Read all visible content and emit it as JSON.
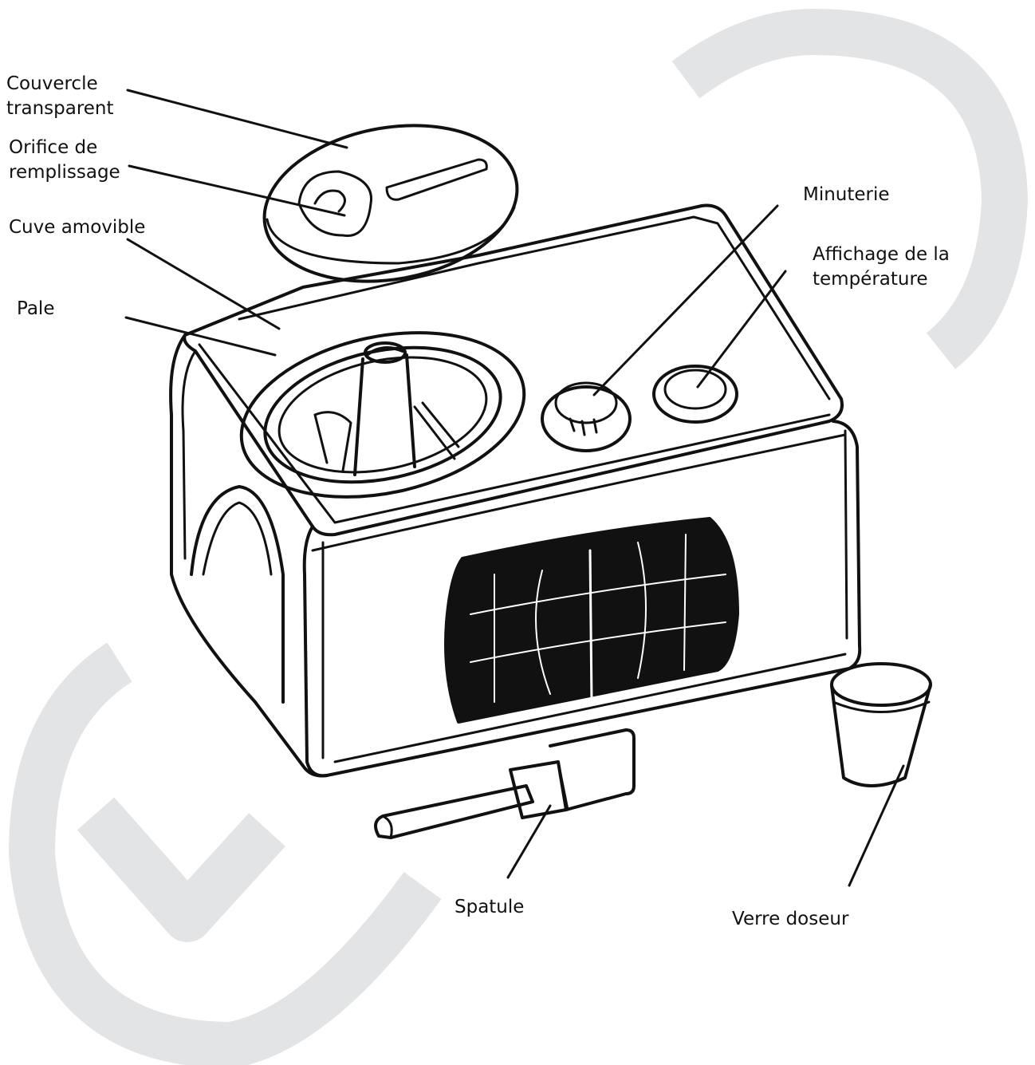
{
  "diagram": {
    "labels": {
      "couvercle": [
        "Couvercle",
        "transparent"
      ],
      "orifice": [
        "Orifice de",
        "remplissage"
      ],
      "cuve": "Cuve amovible",
      "pale": "Pale",
      "minuterie": "Minuterie",
      "affichage": [
        "Affichage de la",
        "température"
      ],
      "spatule": "Spatule",
      "verre": "Verre doseur"
    },
    "watermark_color": "#e3e4e6",
    "line_color": "#111111"
  }
}
